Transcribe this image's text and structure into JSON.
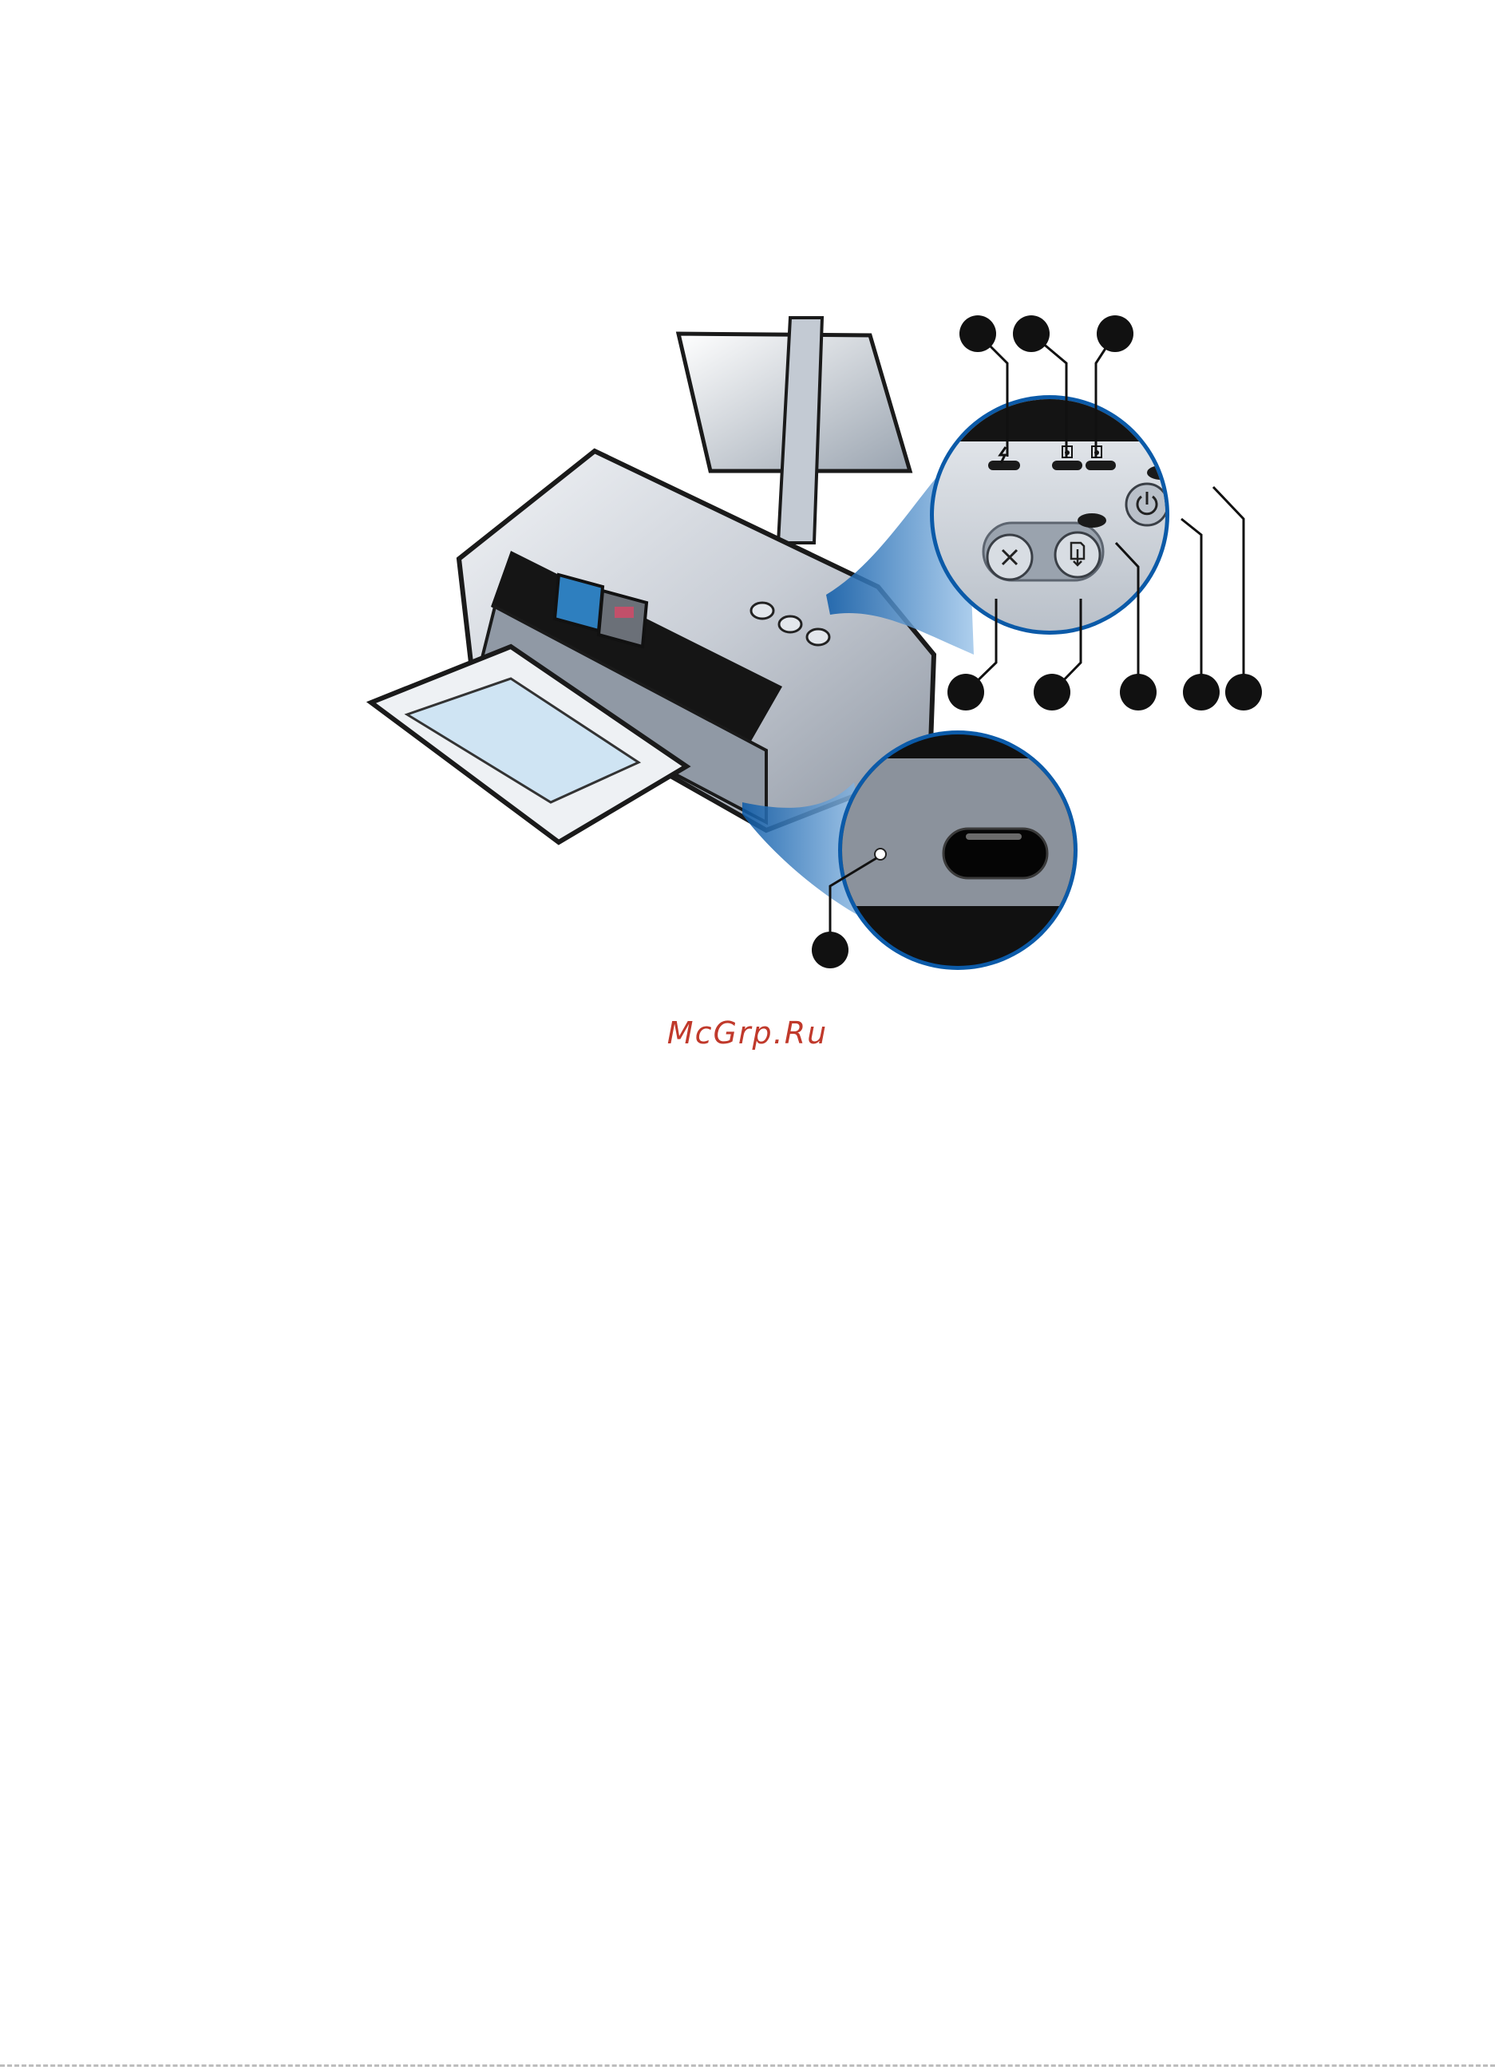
{
  "figure": {
    "callouts": [
      {
        "id": "callout-1",
        "kind": "power-led"
      },
      {
        "id": "callout-2",
        "kind": "left-cartridge-led"
      },
      {
        "id": "callout-3",
        "kind": "right-cartridge-led"
      },
      {
        "id": "callout-4",
        "kind": "cancel-button"
      },
      {
        "id": "callout-5",
        "kind": "resume-button"
      },
      {
        "id": "callout-6",
        "kind": "resume-led"
      },
      {
        "id": "callout-7",
        "kind": "power-button"
      },
      {
        "id": "callout-8",
        "kind": "infrared-window"
      },
      {
        "id": "callout-9",
        "kind": "reset-hole"
      }
    ],
    "icons": {
      "cancel": "close-icon",
      "resume": "resume-icon",
      "power": "power-icon",
      "power_led": "lightning-icon",
      "ink": "ink-drop-icon"
    },
    "colors": {
      "accent_blue": "#1f6fb8",
      "panel_gray": "#d2d8de",
      "printer_silver": "#c7ccd3",
      "ink_cyan": "#2e7fbf",
      "ink_magenta": "#c2506a"
    }
  },
  "watermark": {
    "text": "McGrp.Ru",
    "color": "#c0392b"
  }
}
